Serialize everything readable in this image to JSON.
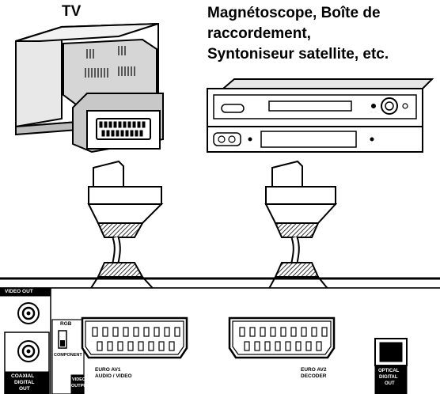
{
  "labels": {
    "tv": "TV",
    "vcr_line1": "Magnétoscope, Boîte de",
    "vcr_line2": "raccordement,",
    "vcr_line3": "Syntoniseur satellite, etc."
  },
  "panel": {
    "video_out": "VIDEO OUT",
    "rgb": "RGB",
    "component": "COMPONENT",
    "coaxial": "COAXIAL",
    "digital_out": "DIGITAL",
    "out": "OUT",
    "video": "VIDEO",
    "output": "OUTPUT",
    "euro_av1": "EURO AV1",
    "audio_video": "AUDIO / VIDEO",
    "euro_av2": "EURO AV2",
    "decoder": "DECODER",
    "optical": "OPTICAL",
    "optical_digital": "DIGITAL",
    "optical_out": "OUT"
  },
  "colors": {
    "ink": "#000000",
    "paper": "#ffffff",
    "shade": "#bdbdbd",
    "mid": "#8a8a8a"
  }
}
